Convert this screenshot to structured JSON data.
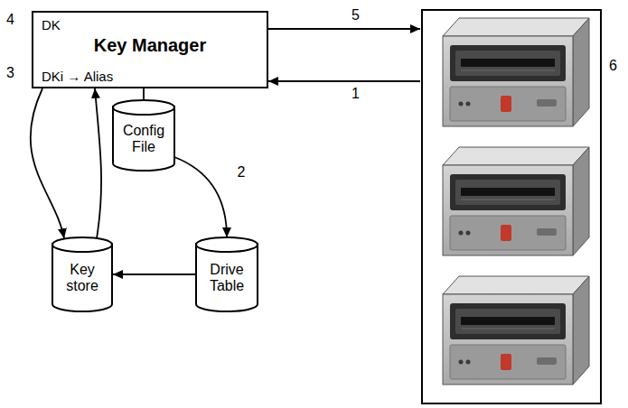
{
  "diagram": {
    "nodes": [
      {
        "text": [
          "DK",
          "Key Manager",
          "DKi → Alias"
        ]
      },
      {
        "text": [
          "Config File"
        ]
      },
      {
        "text": [
          "Key store"
        ]
      },
      {
        "text": [
          "Drive Table"
        ]
      },
      {
        "text": [
          "6"
        ]
      }
    ],
    "edges": [
      {
        "from": 0,
        "to": 4,
        "arrow": "to",
        "label": "5"
      },
      {
        "from": 4,
        "to": 0,
        "arrow": "to",
        "label": "1"
      },
      {
        "from": 0,
        "to": 1,
        "arrow": "none"
      },
      {
        "from": 1,
        "to": 3,
        "arrow": "to",
        "label": "2"
      },
      {
        "from": 3,
        "to": 2,
        "arrow": "to"
      },
      {
        "from": 0,
        "to": 2,
        "arrow": "to"
      },
      {
        "from": 2,
        "to": 0,
        "arrow": "to"
      }
    ],
    "labels": [
      "4",
      "3"
    ]
  }
}
